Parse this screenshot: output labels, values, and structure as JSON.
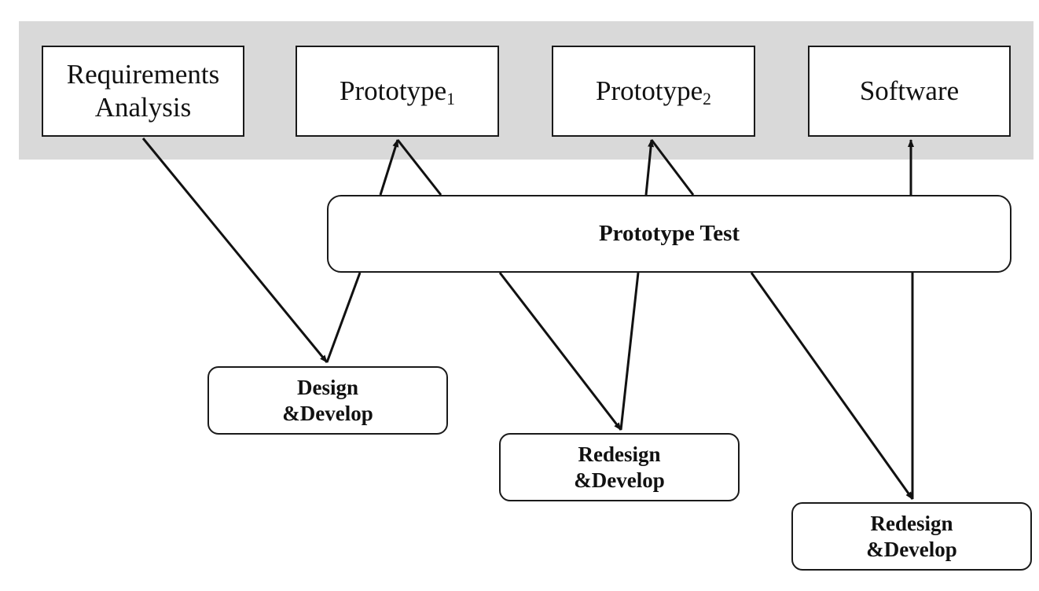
{
  "stages": {
    "requirements": {
      "line1": "Requirements",
      "line2": "Analysis"
    },
    "prototype1": {
      "text": "Prototype",
      "sub": "1"
    },
    "prototype2": {
      "text": "Prototype",
      "sub": "2"
    },
    "software": {
      "text": "Software"
    }
  },
  "test": {
    "label": "Prototype Test"
  },
  "develop": {
    "d1": {
      "line1": "Design",
      "line2": "&Develop"
    },
    "d2": {
      "line1": "Redesign",
      "line2": "&Develop"
    },
    "d3": {
      "line1": "Redesign",
      "line2": "&Develop"
    }
  },
  "colors": {
    "band": "#d9d9d9",
    "stroke": "#1a1a1a",
    "background": "#ffffff"
  },
  "edges": [
    {
      "from": "requirements-analysis",
      "to": "design-develop-1"
    },
    {
      "from": "design-develop-1",
      "to": "prototype-1"
    },
    {
      "from": "prototype-1",
      "to": "redesign-develop-2"
    },
    {
      "from": "redesign-develop-2",
      "to": "prototype-2"
    },
    {
      "from": "prototype-2",
      "to": "redesign-develop-3"
    },
    {
      "from": "redesign-develop-3",
      "to": "software"
    }
  ]
}
